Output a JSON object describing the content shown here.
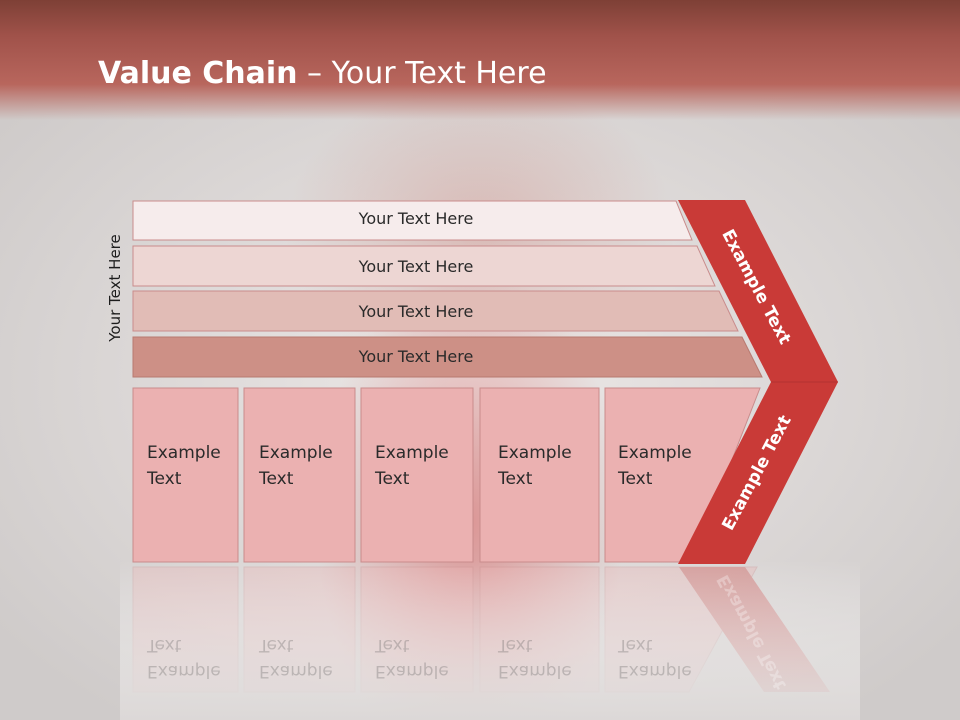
{
  "header": {
    "title_bold": "Value Chain",
    "title_rest": " – Your Text Here"
  },
  "side_label": "Your Text Here",
  "bars": [
    {
      "label": "Your Text Here",
      "color": "#f6ecec"
    },
    {
      "label": "Your Text Here",
      "color": "#edd6d3"
    },
    {
      "label": "Your Text Here",
      "color": "#e1bcb6"
    },
    {
      "label": "Your Text Here",
      "color": "#cd9086"
    }
  ],
  "cells": [
    {
      "line1": "Example",
      "line2": "Text"
    },
    {
      "line1": "Example",
      "line2": "Text"
    },
    {
      "line1": "Example",
      "line2": "Text"
    },
    {
      "line1": "Example",
      "line2": "Text"
    },
    {
      "line1": "Example",
      "line2": "Text"
    }
  ],
  "chevron": {
    "upper_label": "Example Text",
    "lower_label": "Example Text",
    "color": "#c93a37"
  },
  "colors": {
    "cell_fill": "#ebb1b1",
    "cell_stroke": "#c98c8c"
  }
}
